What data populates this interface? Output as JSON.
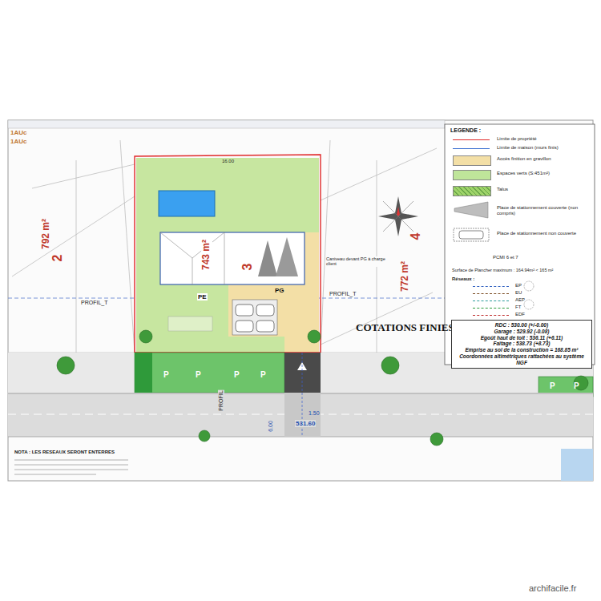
{
  "diagram": {
    "nodes": [
      {
        "text": [
          "RDC : 530.00 (+/-0.00)",
          "Garage : 529.92 (-0.08)",
          "Egoût haut de toit : 536.11 (+6.11)",
          "Faîtage : 538.73 (+8.73)",
          "Emprise au sol de la construction = 168.85 m²",
          "Coordonnées altimétriques rattachées au système NGF"
        ]
      }
    ],
    "labels": [
      "1AUc",
      "1AUc",
      "2",
      "792 m²",
      "3",
      "743 m²",
      "4",
      "772 m²",
      "PROFIL_T",
      "PROFIL_T",
      "PROFIL",
      "PE",
      "PG",
      "P",
      "P",
      "P",
      "P",
      "P",
      "P",
      "16.00",
      "Caniveau devant PG à charge client",
      "531.60",
      "6.00",
      "1.50",
      "COTATIONS FINIES",
      "LEGENDE :",
      "PCMI 6 et 7",
      "Surface de Plancher maximum : 164.94m² < 165 m²",
      "Réseaux :",
      "NOTA : LES RESEAUX SERONT ENTERRES",
      "archifacile.fr"
    ],
    "legend": [
      {
        "text": "Limite de propriété"
      },
      {
        "text": "Limite de maison (murs finis)"
      },
      {
        "text": "Accès finition en gravillon",
        "color": "#f3dfa6"
      },
      {
        "text": "Espaces verts (S:451m²)",
        "color": "#bfe59a"
      },
      {
        "text": "Talus",
        "color": "#9fd46a"
      },
      {
        "text": "Place de stationnement couverte (non compris)"
      },
      {
        "text": "Place de stationnement non couverte"
      },
      {
        "text": "EP"
      },
      {
        "text": "EU"
      },
      {
        "text": "AEP"
      },
      {
        "text": "FT"
      },
      {
        "text": "EDF"
      }
    ]
  }
}
